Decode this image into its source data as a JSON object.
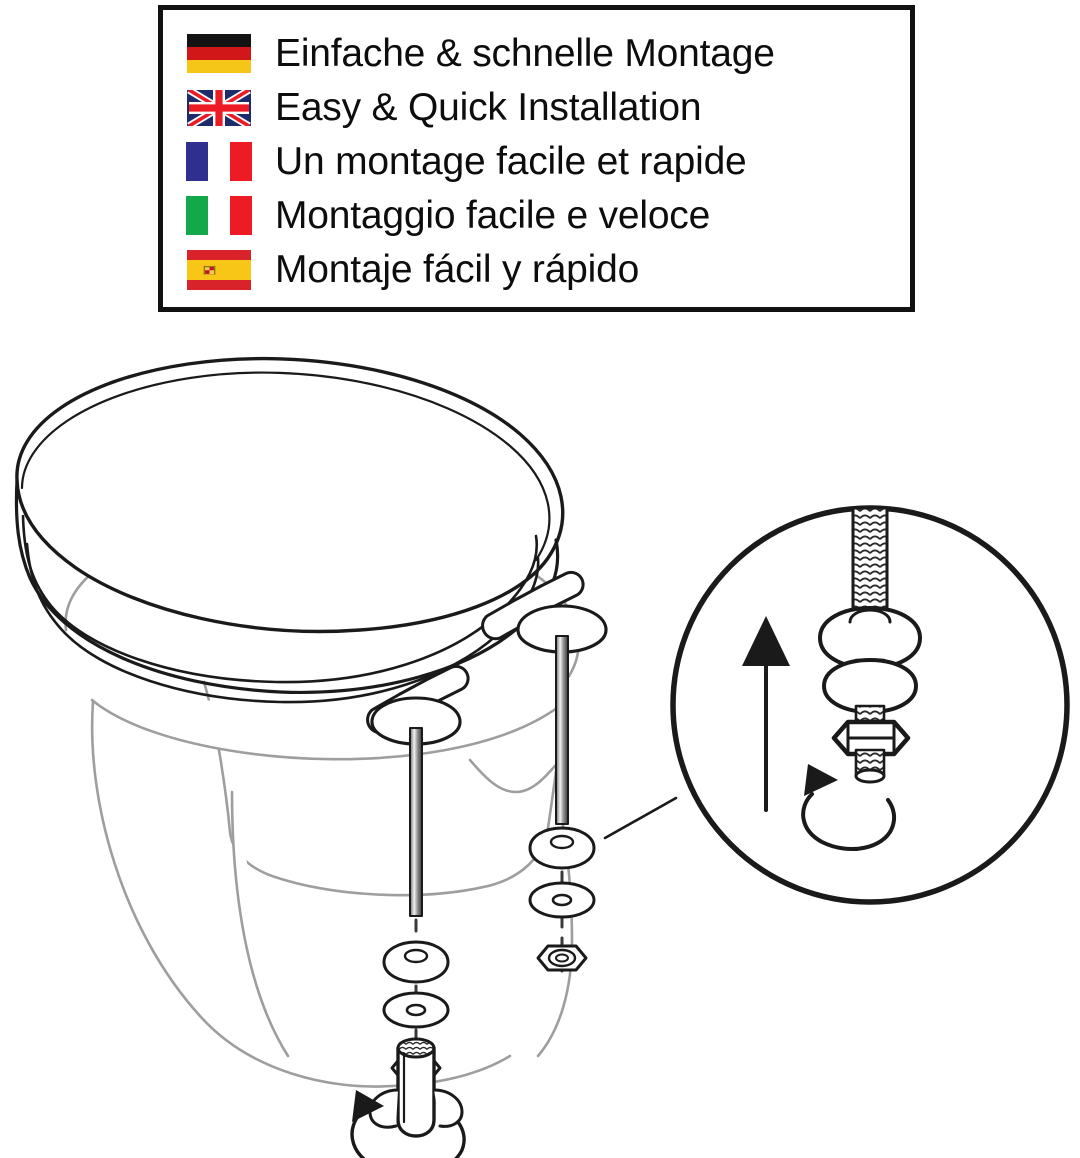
{
  "banner": {
    "name": "multilingual-feature-banner",
    "border_color": "#111111",
    "rows": [
      {
        "flag": "flag-germany",
        "flag_code": "de",
        "text": "Einfache & schnelle Montage"
      },
      {
        "flag": "flag-united-kingdom",
        "flag_code": "gb",
        "text": "Easy & Quick Installation"
      },
      {
        "flag": "flag-france",
        "flag_code": "fr",
        "text": "Un montage facile et rapide"
      },
      {
        "flag": "flag-italy",
        "flag_code": "it",
        "text": "Montaggio facile e veloce"
      },
      {
        "flag": "flag-spain",
        "flag_code": "es",
        "text": "Montaje fácil y rápido"
      }
    ]
  },
  "illustration": {
    "name": "toilet-seat-installation-diagram",
    "line_color": "#1a1a1a",
    "ghost_color": "#9a9a9a",
    "parts": [
      "toilet-seat-lid",
      "toilet-seat-ring",
      "hinge-left",
      "hinge-right",
      "bolt-left",
      "bolt-right",
      "cup-washer",
      "flat-washer",
      "hex-nut",
      "wing-nut",
      "toilet-bowl-ghost"
    ],
    "detail_callout": {
      "name": "detail-circle-bolt-assembly",
      "shows": [
        "threaded-bolt",
        "cup-washer",
        "flat-washer",
        "hex-nut",
        "up-arrow",
        "rotation-arrow"
      ]
    },
    "arrows": [
      {
        "name": "up-arrow",
        "meaning": "push up"
      },
      {
        "name": "rotation-arrow-detail",
        "meaning": "turn to tighten"
      },
      {
        "name": "rotation-arrow-wingnut",
        "meaning": "turn to tighten"
      }
    ]
  }
}
